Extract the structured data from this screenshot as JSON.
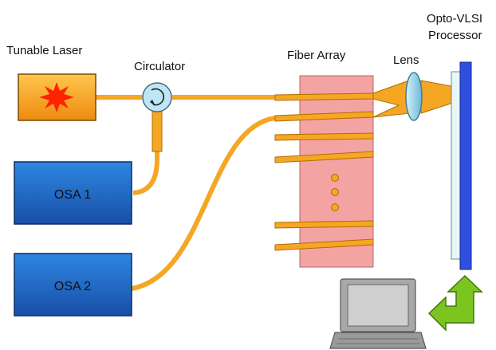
{
  "labels": {
    "tunable_laser": "Tunable Laser",
    "circulator": "Circulator",
    "fiber_array": "Fiber Array",
    "lens": "Lens",
    "processor_line1": "Opto-VLSI",
    "processor_line2": "Processor",
    "osa1": "OSA 1",
    "osa2": "OSA 2"
  },
  "colors": {
    "fiber": "#f5a623",
    "laser_box": "#f7a21b",
    "laser_star": "#ff2200",
    "osa_box": "#1f6fcc",
    "fiber_array": "#f4a3a3",
    "lens": "#9fd6ea",
    "processor": "#2f4fe0",
    "arrow": "#7cc520",
    "laptop": "#a8a8a8"
  },
  "icons": {
    "laptop": "laptop-icon",
    "arrow": "feedback-arrow-icon",
    "star": "laser-star-icon"
  }
}
